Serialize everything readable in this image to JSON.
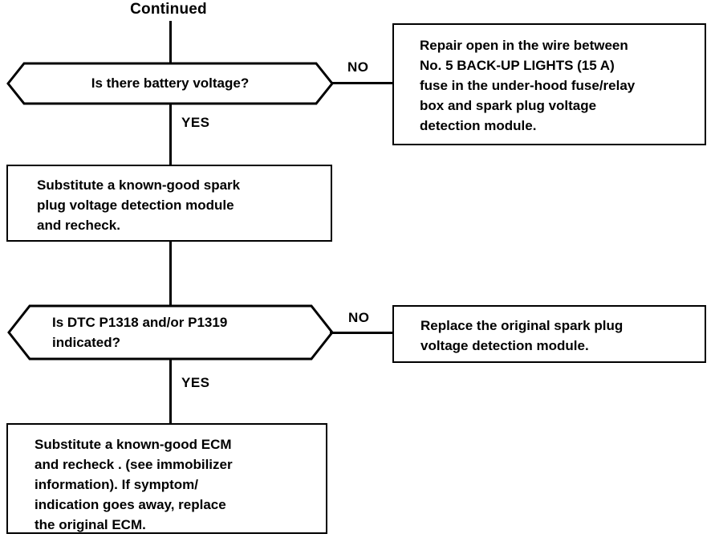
{
  "diagram": {
    "title": "Continued",
    "type": "troubleshooting-flowchart",
    "colors": {
      "ink": "#000000",
      "paper": "#ffffff"
    },
    "labels": {
      "yes": "YES",
      "no": "NO"
    },
    "nodes": {
      "decision1": {
        "kind": "decision",
        "text": "Is there battery voltage?"
      },
      "action1": {
        "kind": "process",
        "text": "Repair open in the wire between\nNo. 5 BACK-UP LIGHTS (15 A)\nfuse in the under-hood fuse/relay\nbox and spark plug voltage\ndetection module."
      },
      "action2": {
        "kind": "process",
        "text": "Substitute a known-good spark\nplug voltage detection module\nand recheck."
      },
      "decision2": {
        "kind": "decision",
        "text": "Is DTC P1318 and/or P1319\nindicated?"
      },
      "action3": {
        "kind": "process",
        "text": "Replace the original spark plug\nvoltage detection module."
      },
      "action4": {
        "kind": "process",
        "text": "Substitute a known-good ECM\nand recheck . (see  immobilizer\ninformation). If  symptom/\n indication goes away, replace\nthe original ECM."
      }
    },
    "branches": {
      "d1_no": "NO",
      "d1_yes": "YES",
      "d2_no": "NO",
      "d2_yes": "YES"
    }
  }
}
